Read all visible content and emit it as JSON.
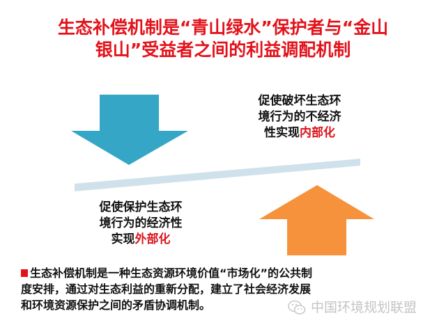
{
  "title": {
    "line1": "生态补偿机制是“青山绿水”保护者与“金山",
    "line2": "银山”受益者之间的利益调配机制"
  },
  "top_caption": {
    "line1": "促使破坏生态环",
    "line2": "境行为的不经济",
    "line3_prefix": "性实现",
    "line3_highlight": "内部化"
  },
  "bottom_caption": {
    "line1": "促使保护生态环",
    "line2": "境行为的经济性",
    "line3_prefix": "实现",
    "line3_highlight": "外部化"
  },
  "arrows": {
    "down": {
      "icon": "arrow-down-icon",
      "color": "#35a6c6"
    },
    "up": {
      "icon": "arrow-up-icon",
      "color": "#f6923c"
    },
    "balance_bar_color": "#cfe1ea"
  },
  "note": {
    "line1": "生态补偿机制是一种生态资源环境价值“市场化”的公共制",
    "line2": "度安排，通过对生态利益的重新分配，建立了社会经济发展",
    "line3": "和环境资源保护之间的矛盾协调机制。"
  },
  "watermark": {
    "icon": "wechat-icon",
    "text": "中国环境规划联盟"
  },
  "colors": {
    "title_red": "#e3111a",
    "highlight_red": "#d9141b",
    "text": "#111111"
  }
}
